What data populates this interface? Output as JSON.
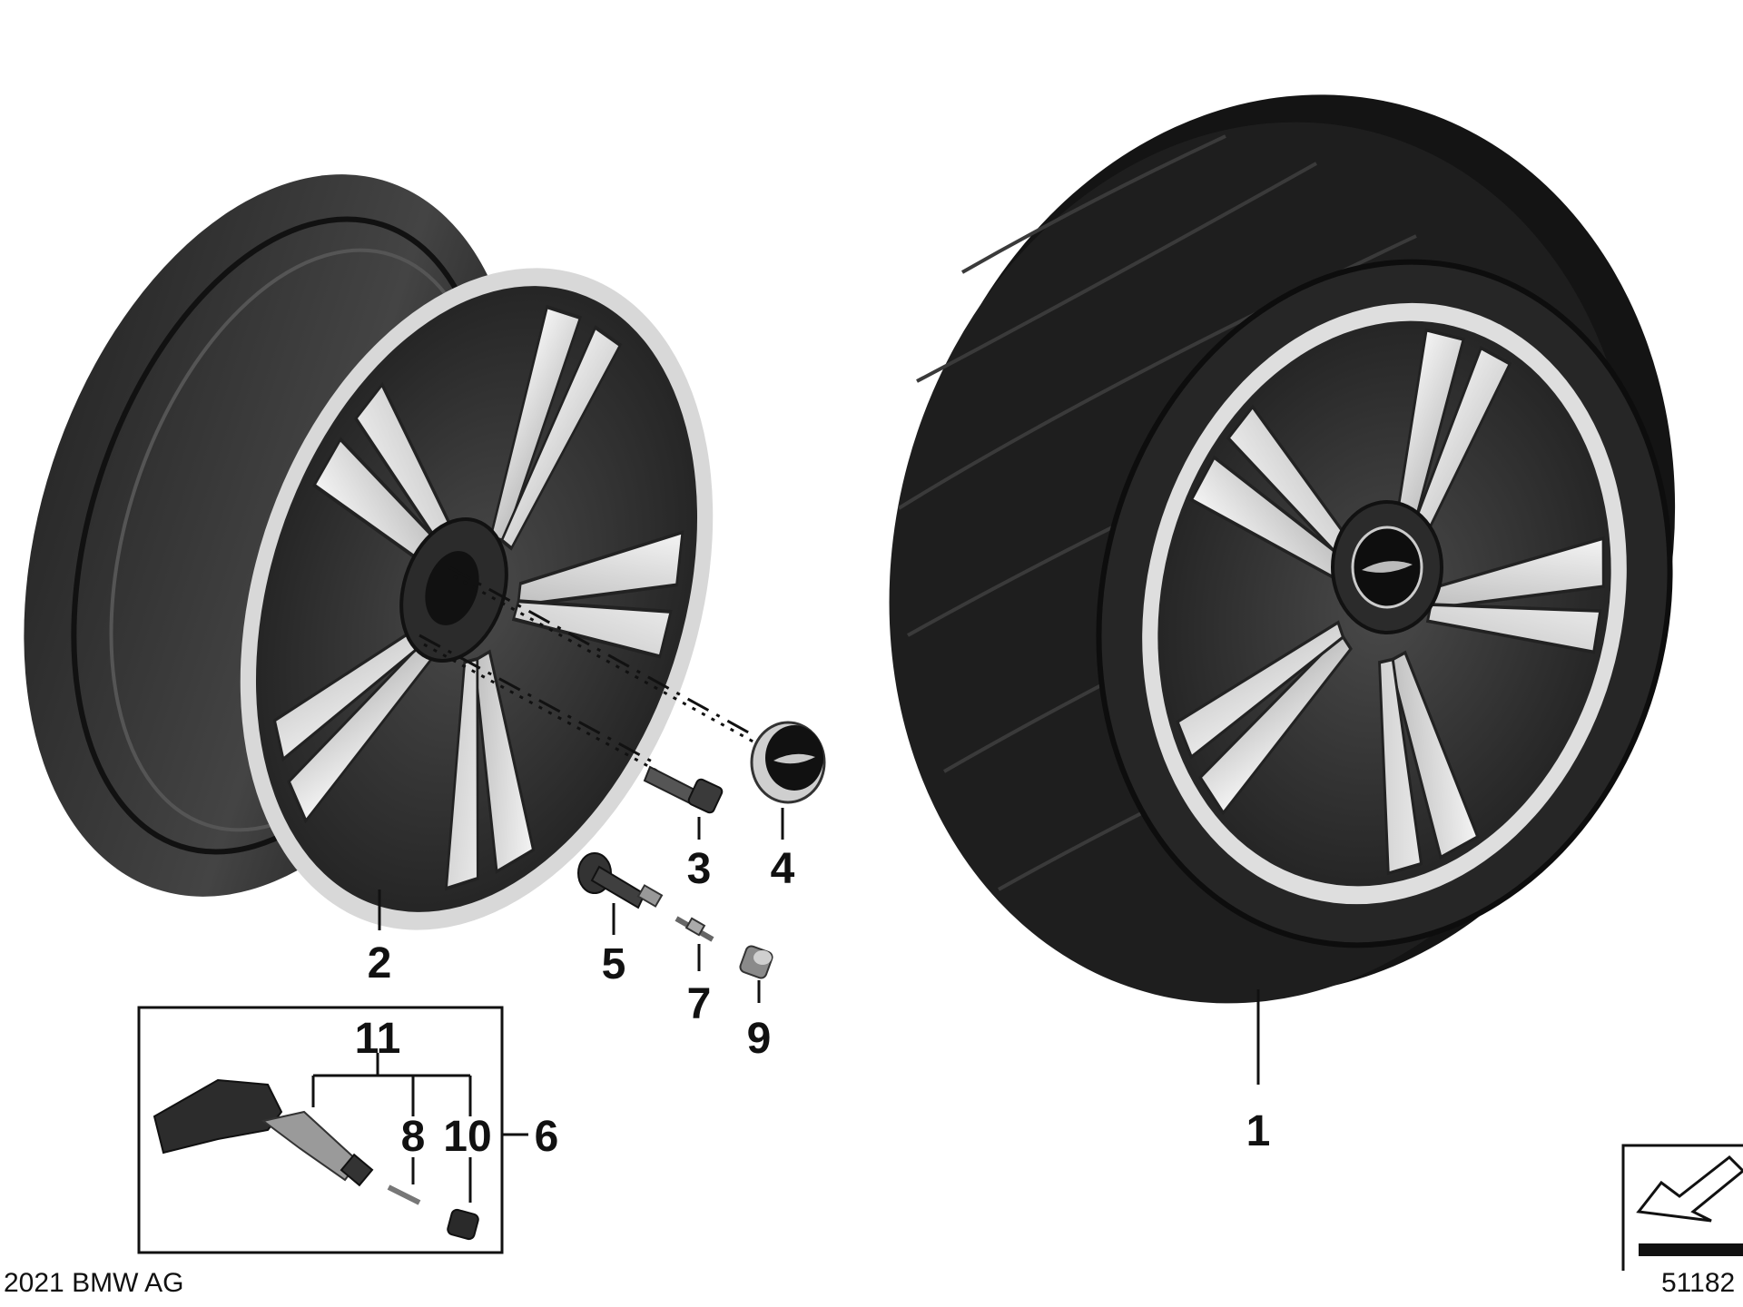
{
  "diagram": {
    "callouts": {
      "c1": "1",
      "c2": "2",
      "c3": "3",
      "c4": "4",
      "c5": "5",
      "c6": "6",
      "c7": "7",
      "c8": "8",
      "c9": "9",
      "c10": "10",
      "c11": "11"
    },
    "copyright": "2021 BMW AG",
    "diagram_number": "51182"
  },
  "colors": {
    "tire": "#1b1b1b",
    "rim_dark": "#3a3a3a",
    "spoke_light": "#e6e6e6",
    "line": "#111111"
  }
}
